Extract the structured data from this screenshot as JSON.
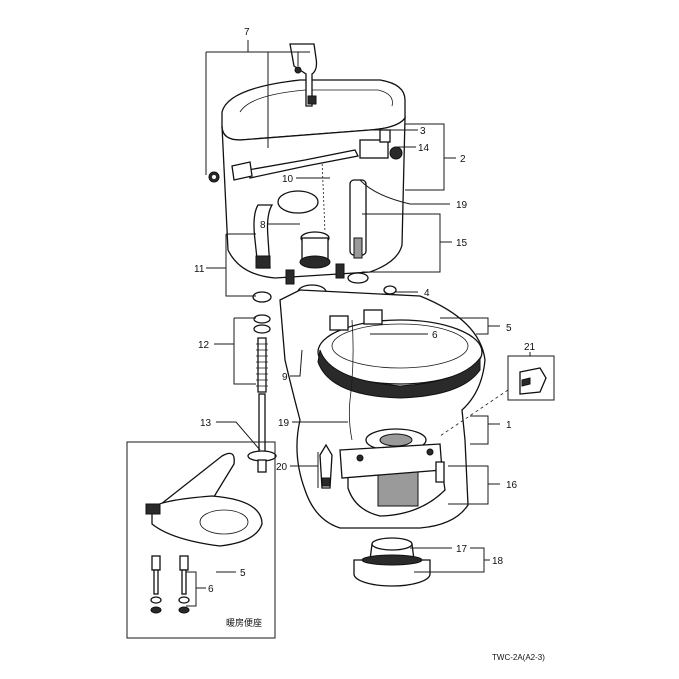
{
  "labels": {
    "p1": "1",
    "p2": "2",
    "p3": "3",
    "p4": "4",
    "p5": "5",
    "p5b": "5",
    "p6": "6",
    "p6b": "6",
    "p7": "7",
    "p8": "8",
    "p9": "9",
    "p10": "10",
    "p11": "11",
    "p12": "12",
    "p13": "13",
    "p14": "14",
    "p15": "15",
    "p16": "16",
    "p17": "17",
    "p18": "18",
    "p19": "19",
    "p19b": "19",
    "p20": "20",
    "p21": "21"
  },
  "inset_caption": "暖房便座",
  "drawing_code": "TWC-2A(A2-3)"
}
